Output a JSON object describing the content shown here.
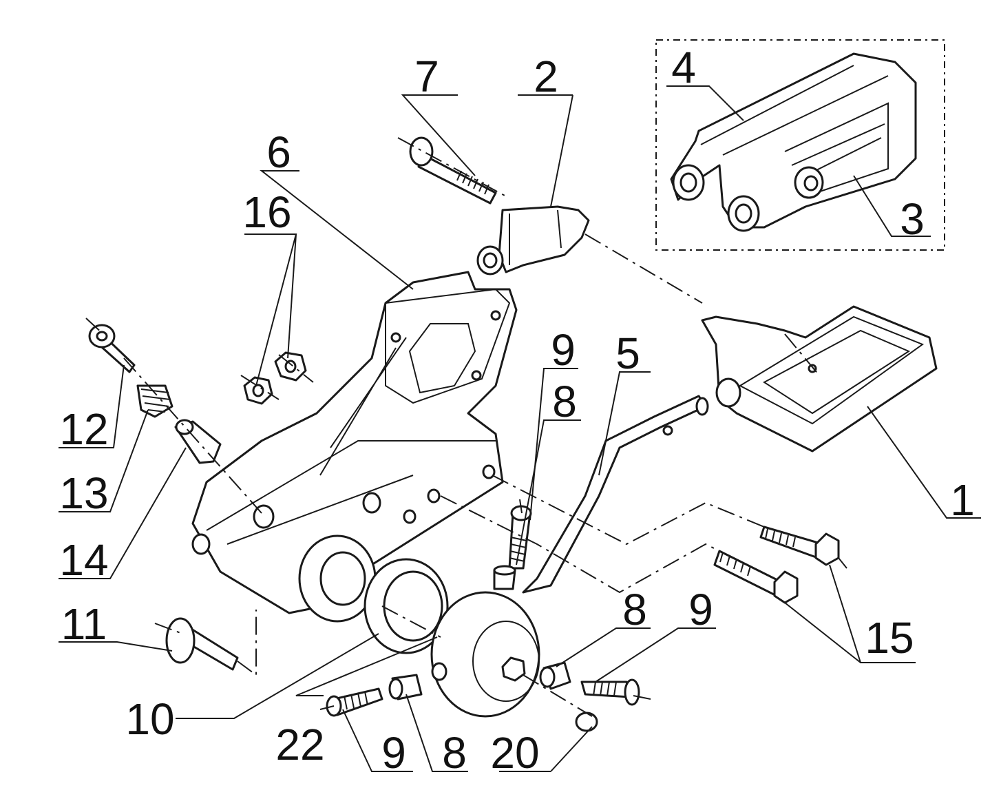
{
  "diagram": {
    "callouts": {
      "c1": "1",
      "c2": "2",
      "c3": "3",
      "c4": "4",
      "c5": "5",
      "c6": "6",
      "c7": "7",
      "c8a": "8",
      "c8b": "8",
      "c8c": "8",
      "c9a": "9",
      "c9b": "9",
      "c9c": "9",
      "c10": "10",
      "c11": "11",
      "c12": "12",
      "c13": "13",
      "c14": "14",
      "c15": "15",
      "c16": "16",
      "c20": "20",
      "c22": "22"
    },
    "line_color": "#1a1a1a",
    "background": "#ffffff"
  }
}
